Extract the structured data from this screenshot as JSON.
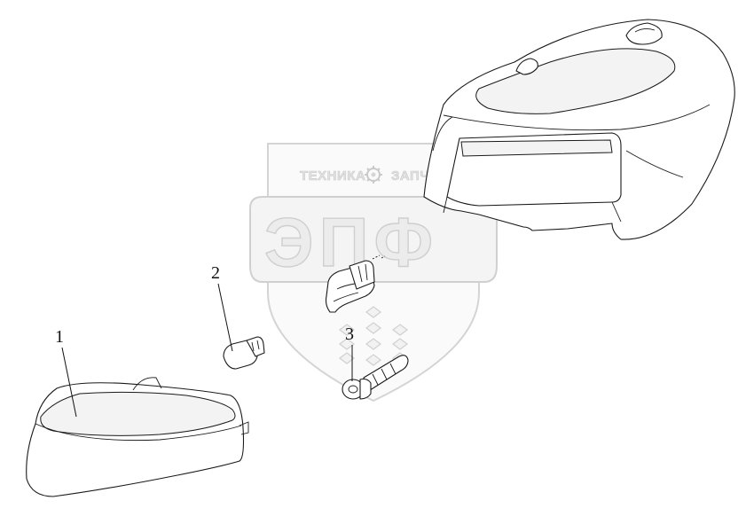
{
  "watermark": {
    "top_text_left": "ТЕХНИКА",
    "top_text_right": "ЗАПЧАСТИ",
    "main_text": "ЭПФ",
    "gear_icon": "gear-icon"
  },
  "callouts": [
    {
      "id": "1",
      "label": "1"
    },
    {
      "id": "2",
      "label": "2"
    },
    {
      "id": "3",
      "label": "3"
    }
  ]
}
